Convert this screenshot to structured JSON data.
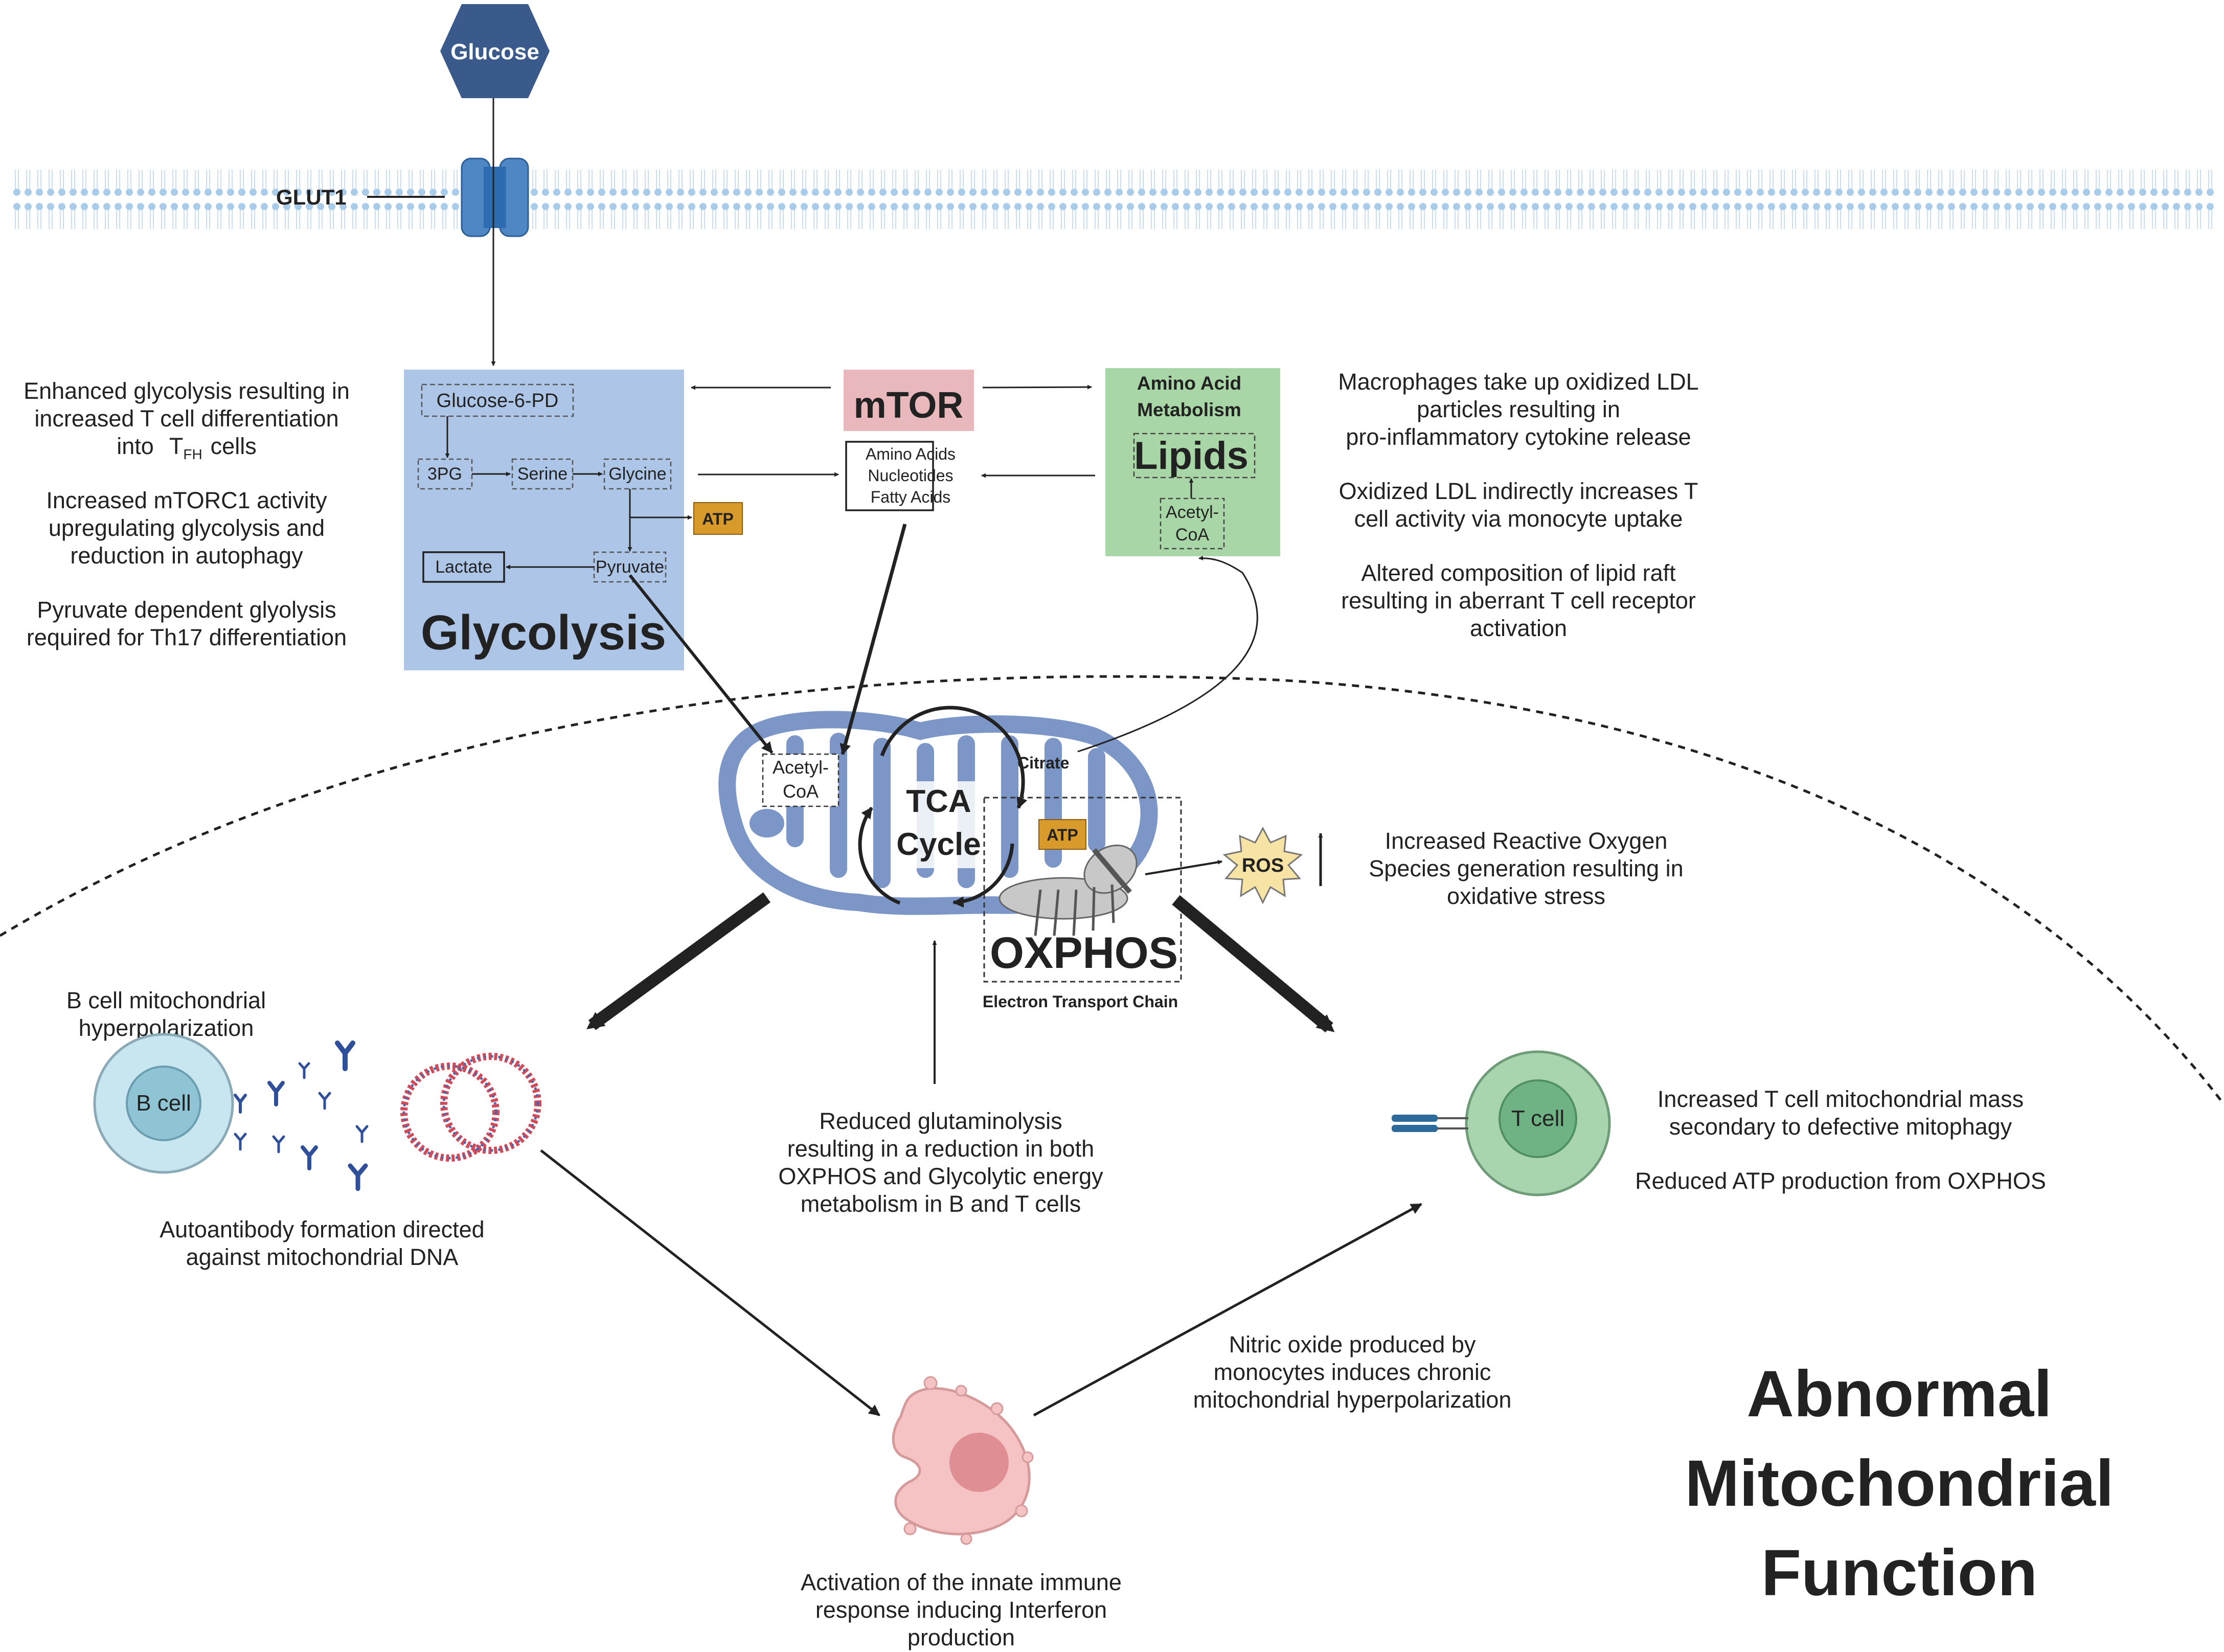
{
  "glucose": "Glucose",
  "glut1": "GLUT1",
  "left_notes": {
    "n1": [
      "Enhanced glycolysis resulting in",
      "increased T cell differentiation",
      "into"
    ],
    "n1_tfh_T": "T",
    "n1_tfh_sub": "FH",
    "n1_tfh_rest": "cells",
    "n2": [
      "Increased mTORC1 activity",
      "upregulating glycolysis and",
      "reduction in autophagy"
    ],
    "n3": [
      "Pyruvate dependent glyolysis",
      "required for Th17 differentiation"
    ]
  },
  "glycolysis": {
    "title": "Glycolysis",
    "glucose6pd": "Glucose-6-PD",
    "p3pg": "3PG",
    "serine": "Serine",
    "glycine": "Glycine",
    "pyruvate": "Pyruvate",
    "lactate": "Lactate",
    "atp": "ATP"
  },
  "mtor": {
    "title": "mTOR",
    "items": [
      "Amino Acids",
      "Nucleotides",
      "Fatty Acids"
    ]
  },
  "lipids": {
    "header": [
      "Amino Acid",
      "Metabolism"
    ],
    "title": "Lipids",
    "acetyl": [
      "Acetyl-",
      "CoA"
    ]
  },
  "right_notes": {
    "n1": [
      "Macrophages take up oxidized LDL",
      "particles resulting in",
      "pro-inflammatory cytokine release"
    ],
    "n2": [
      "Oxidized LDL indirectly increases T",
      "cell activity via monocyte uptake"
    ],
    "n3": [
      "Altered composition of lipid raft",
      "resulting in aberrant T cell receptor",
      "activation"
    ]
  },
  "mito": {
    "acetyl": [
      "Acetyl-",
      "CoA"
    ],
    "tca": [
      "TCA",
      "Cycle"
    ],
    "citrate": "Citrate",
    "atp": "ATP",
    "oxphos": "OXPHOS",
    "etc": "Electron Transport Chain",
    "ros": "ROS"
  },
  "ros_note": [
    "Increased Reactive Oxygen",
    "Species generation resulting in",
    "oxidative stress"
  ],
  "bcell": {
    "label": "B cell",
    "hyper": [
      "B cell mitochondrial",
      "hyperpolarization"
    ],
    "auto": [
      "Autoantibody formation directed",
      "against mitochondrial DNA"
    ]
  },
  "glutamine_note": [
    "Reduced glutaminolysis",
    "resulting in a reduction in both",
    "OXPHOS and Glycolytic energy",
    "metabolism in B and T cells"
  ],
  "tcell": {
    "label": "T cell",
    "notes": [
      "Increased T cell  mitochondrial mass",
      "secondary to defective mitophagy"
    ],
    "atp_note": "Reduced ATP production from OXPHOS"
  },
  "nitric_note": [
    "Nitric oxide produced by",
    "monocytes induces chronic",
    "mitochondrial hyperpolarization"
  ],
  "innate_note": [
    "Activation of the innate immune",
    "response inducing Interferon",
    "production"
  ],
  "big_title": [
    "Abnormal",
    "Mitochondrial",
    "Function"
  ],
  "colors": {
    "membrane": "#a9ccea",
    "glycolysis_box": "#adc5e6",
    "mtor_box": "#e9b8bd",
    "lipid_box": "#a9d6a7",
    "mito": "#7c97c7",
    "atp": "#d79a2b",
    "glucose": "#3b5a8c"
  }
}
